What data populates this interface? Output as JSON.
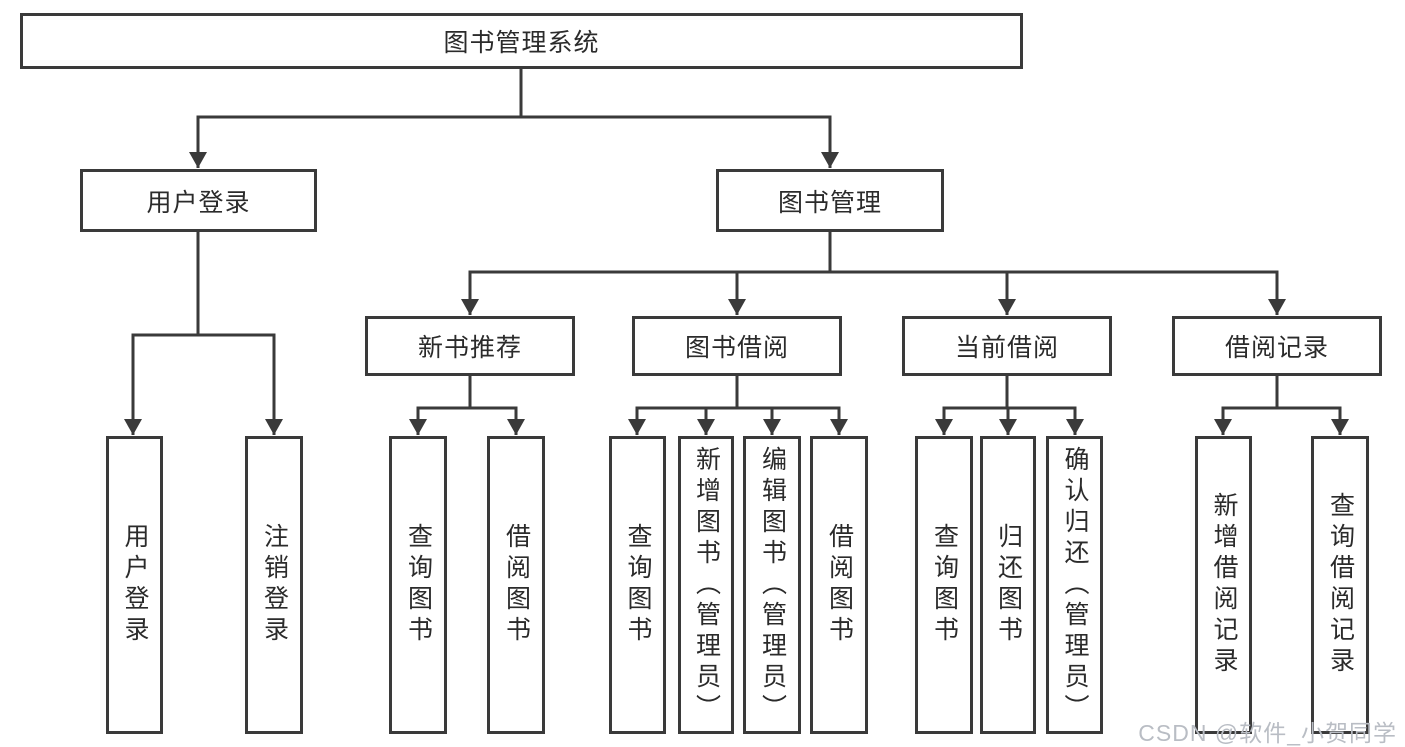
{
  "tree": {
    "label": "图书管理系统",
    "children": [
      {
        "label": "用户登录",
        "children": [
          {
            "label": "用户登录"
          },
          {
            "label": "注销登录"
          }
        ]
      },
      {
        "label": "图书管理",
        "children": [
          {
            "label": "新书推荐",
            "children": [
              {
                "label": "查询图书"
              },
              {
                "label": "借阅图书"
              }
            ]
          },
          {
            "label": "图书借阅",
            "children": [
              {
                "label": "查询图书"
              },
              {
                "label": "新增图书（管理员）"
              },
              {
                "label": "编辑图书（管理员）"
              },
              {
                "label": "借阅图书"
              }
            ]
          },
          {
            "label": "当前借阅",
            "children": [
              {
                "label": "查询图书"
              },
              {
                "label": "归还图书"
              },
              {
                "label": "确认归还（管理员）"
              }
            ]
          },
          {
            "label": "借阅记录",
            "children": [
              {
                "label": "新增借阅记录"
              },
              {
                "label": "查询借阅记录"
              }
            ]
          }
        ]
      }
    ]
  },
  "watermark": {
    "text": "CSDN @软件_小贺同学"
  },
  "colors": {
    "line": "#3a3a3a",
    "text": "#2b2b2b",
    "watermark": "#b9bdc4",
    "background": "#ffffff"
  }
}
